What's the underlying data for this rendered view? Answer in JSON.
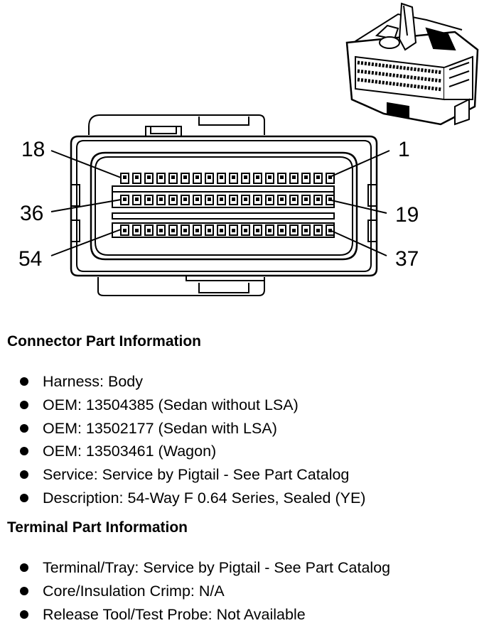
{
  "diagram": {
    "pin_labels": {
      "top_left": "18",
      "top_right": "1",
      "middle_left": "36",
      "middle_right": "19",
      "bottom_left": "54",
      "bottom_right": "37"
    }
  },
  "connector_info": {
    "title": "Connector Part Information",
    "items": [
      "Harness: Body",
      "OEM: 13504385 (Sedan without LSA)",
      "OEM: 13502177 (Sedan with LSA)",
      "OEM: 13503461 (Wagon)",
      "Service: Service by Pigtail - See Part Catalog",
      "Description: 54-Way F 0.64 Series, Sealed (YE)"
    ]
  },
  "terminal_info": {
    "title": "Terminal Part Information",
    "items": [
      "Terminal/Tray: Service by Pigtail - See Part Catalog",
      "Core/Insulation Crimp: N/A",
      "Release Tool/Test Probe: Not Available"
    ]
  }
}
